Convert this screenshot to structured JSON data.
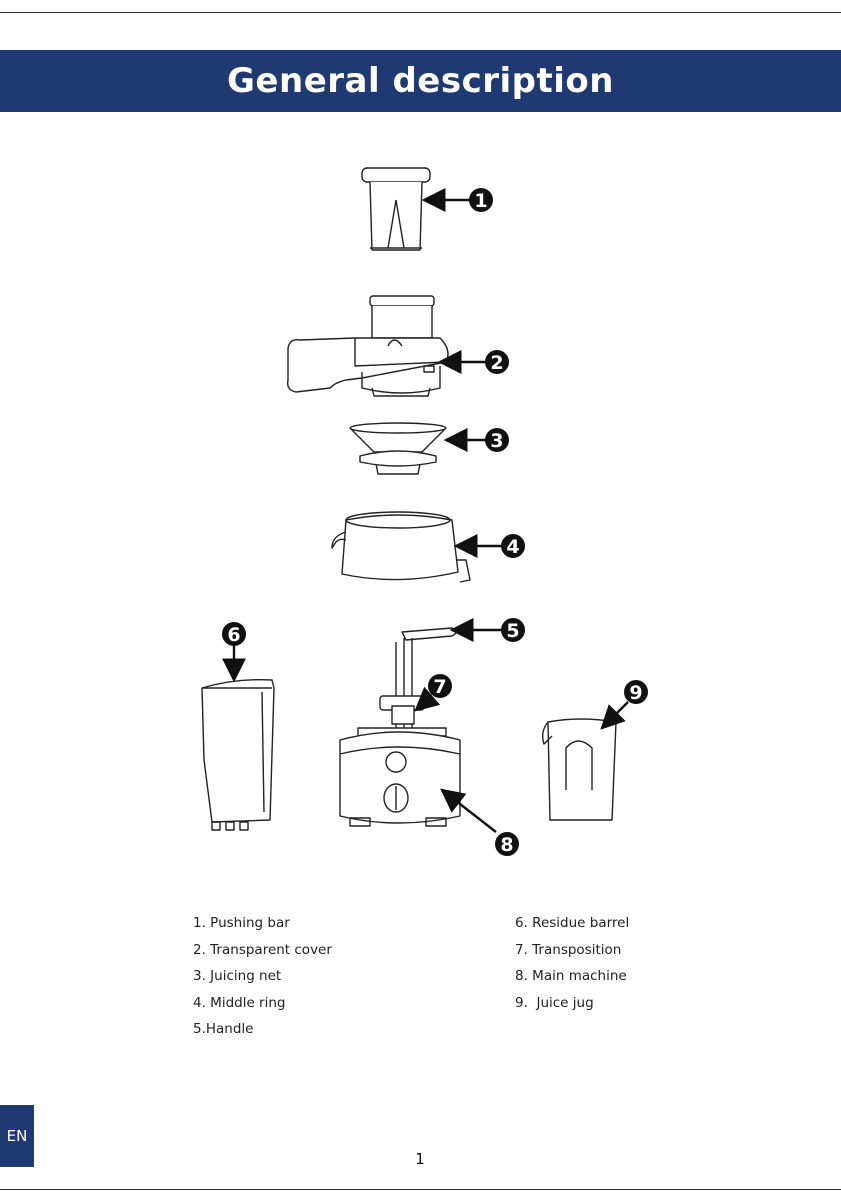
{
  "header": {
    "title": "General description"
  },
  "diagram": {
    "callouts": [
      "1",
      "2",
      "3",
      "4",
      "5",
      "6",
      "7",
      "8",
      "9"
    ]
  },
  "legend": {
    "left": [
      "1. Pushing bar",
      "2. Transparent cover",
      "3. Juicing net",
      "4. Middle ring",
      "5.Handle"
    ],
    "right": [
      "6. Residue barrel",
      "7. Transposition",
      "8. Main machine",
      "9.  Juice jug"
    ]
  },
  "footer": {
    "language": "EN",
    "page_number": "1"
  },
  "colors": {
    "banner": "#1f3a72",
    "callout": "#111111"
  }
}
